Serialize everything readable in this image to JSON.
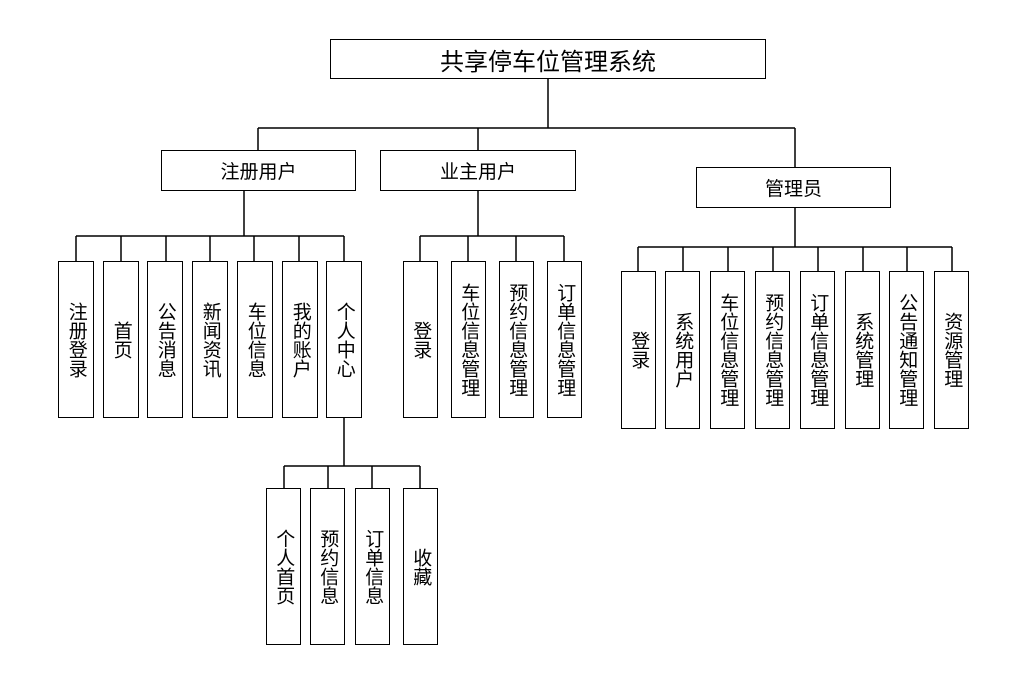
{
  "title": "共享停车位管理系统",
  "groups": [
    {
      "label": "注册用户",
      "children": [
        "注册登录",
        "首页",
        "公告消息",
        "新闻资讯",
        "车位信息",
        "我的账户",
        "个人中心"
      ]
    },
    {
      "label": "业主用户",
      "children": [
        "登录",
        "车位信息管理",
        "预约信息管理",
        "订单信息管理"
      ]
    },
    {
      "label": "管理员",
      "children": [
        "登录",
        "系统用户",
        "车位信息管理",
        "预约信息管理",
        "订单信息管理",
        "系统管理",
        "公告通知管理",
        "资源管理"
      ]
    }
  ],
  "sub_children": {
    "parent": "个人中心",
    "children": [
      "个人首页",
      "预约信息",
      "订单信息",
      "收藏"
    ]
  },
  "colors": {
    "line": "#000000",
    "box_border": "#000000",
    "background": "#ffffff"
  }
}
